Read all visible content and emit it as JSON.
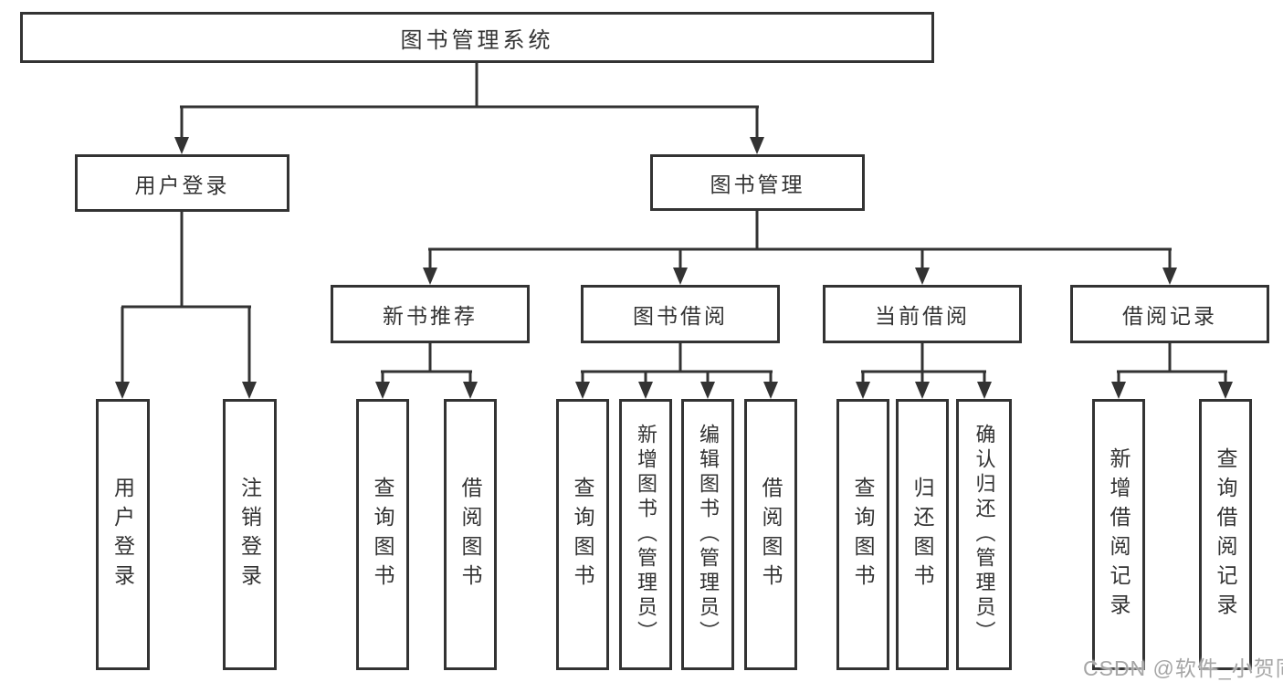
{
  "diagram": {
    "root": {
      "label": "图书管理系统"
    },
    "level2": [
      {
        "label": "用户登录"
      },
      {
        "label": "图书管理"
      }
    ],
    "level3": [
      {
        "parent": "图书管理",
        "label": "新书推荐"
      },
      {
        "parent": "图书管理",
        "label": "图书借阅"
      },
      {
        "parent": "图书管理",
        "label": "当前借阅"
      },
      {
        "parent": "图书管理",
        "label": "借阅记录"
      }
    ],
    "leaves": [
      {
        "parent": "用户登录",
        "label": "用户登录"
      },
      {
        "parent": "用户登录",
        "label": "注销登录"
      },
      {
        "parent": "新书推荐",
        "label": "查询图书"
      },
      {
        "parent": "新书推荐",
        "label": "借阅图书"
      },
      {
        "parent": "图书借阅",
        "label": "查询图书"
      },
      {
        "parent": "图书借阅",
        "label": "新增图书（管理员）"
      },
      {
        "parent": "图书借阅",
        "label": "编辑图书（管理员）"
      },
      {
        "parent": "图书借阅",
        "label": "借阅图书"
      },
      {
        "parent": "当前借阅",
        "label": "查询图书"
      },
      {
        "parent": "当前借阅",
        "label": "归还图书"
      },
      {
        "parent": "当前借阅",
        "label": "确认归还（管理员）"
      },
      {
        "parent": "借阅记录",
        "label": "新增借阅记录"
      },
      {
        "parent": "借阅记录",
        "label": "查询借阅记录"
      }
    ]
  },
  "watermark": {
    "text": "CSDN @软件_小贺同学"
  },
  "colors": {
    "line": "#333333",
    "box_border": "#333333",
    "text": "#333333",
    "watermark": "#a6a6a6",
    "background": "#ffffff"
  }
}
